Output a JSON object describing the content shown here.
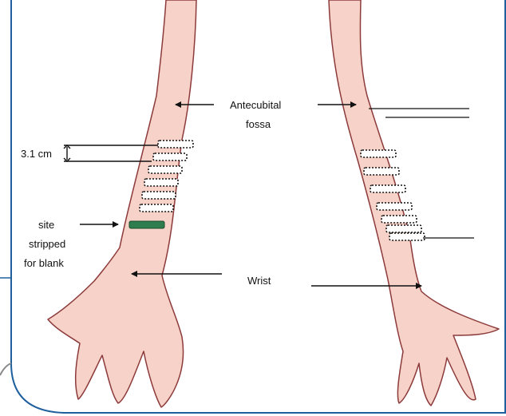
{
  "labels": {
    "antecubital_line1": "Antecubital",
    "antecubital_line2": "fossa",
    "wrist": "Wrist",
    "measure": "3.1 cm",
    "site_line1": "site",
    "site_line2": "stripped",
    "site_line3": "for blank"
  },
  "colors": {
    "skin": "#f7d2c8",
    "skin_outline": "#8c3a3a",
    "frame": "#1f5f9e",
    "blank_site": "#2e7d4f",
    "arrow": "#111111"
  }
}
